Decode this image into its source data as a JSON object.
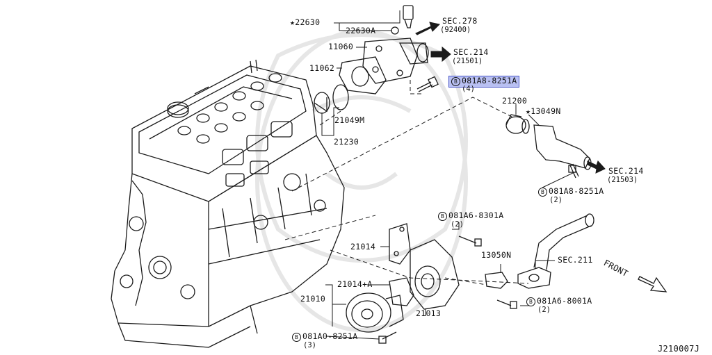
{
  "labels": {
    "p22630": "★22630",
    "p22630a": "22630A",
    "sec278": "SEC.278",
    "sec278_sub": "(92400)",
    "p11060": "11060",
    "sec214a": "SEC.214",
    "sec214a_sub": "(21501)",
    "p11062": "11062",
    "bolt_top": "081A8-8251A",
    "bolt_top_qty": "(4)",
    "p21200": "21200",
    "p13049n": "★13049N",
    "p21049m": "21049M",
    "p21230": "21230",
    "sec214b": "SEC.214",
    "sec214b_sub": "(21503)",
    "bolt_mid": "081A8-8251A",
    "bolt_mid_qty": "(2)",
    "bolt_6301": "081A6-8301A",
    "bolt_6301_qty": "(2)",
    "p21014": "21014",
    "p13050n": "13050N",
    "sec211": "SEC.211",
    "front": "FRONT",
    "p21014a": "21014+A",
    "p21010": "21010",
    "p21013": "21013",
    "bolt_6001": "081A6-8001A",
    "bolt_6001_qty": "(2)",
    "bolt_a0": "081A0-8251A",
    "bolt_a0_qty": "(3)",
    "diagram_id": "J210007J",
    "bolt_symbol": "B"
  },
  "colors": {
    "line": "#1a1a1a",
    "highlight": "#b9c0f2",
    "watermark": "#e8e8e8"
  }
}
